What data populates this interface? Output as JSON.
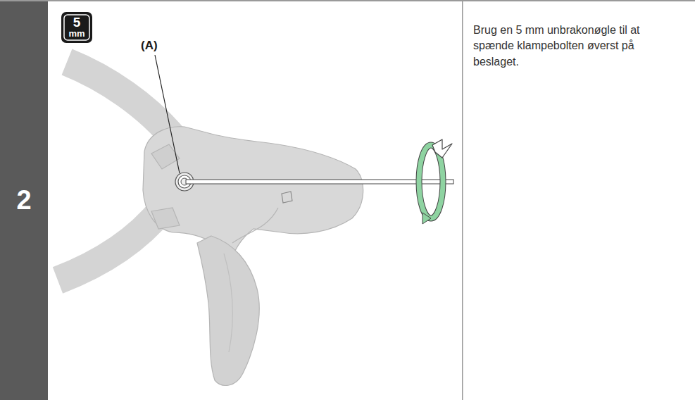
{
  "diagram": {
    "labels": [
      "5",
      "mm",
      "(A)",
      "2",
      "Brug en 5 mm unbrakonøgle til at spænde klampebolten øverst på beslaget."
    ]
  }
}
